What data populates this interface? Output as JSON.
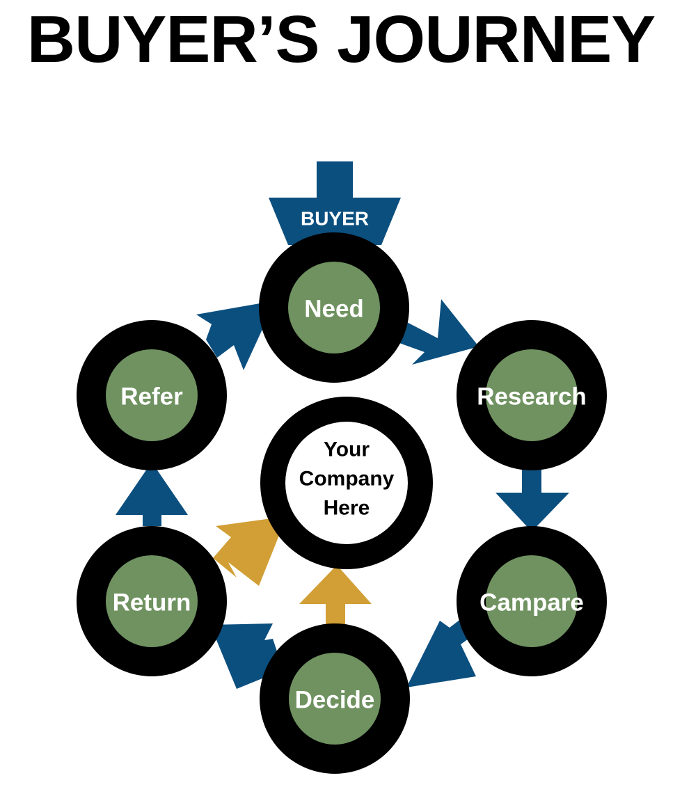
{
  "title": "BUYER’S JOURNEY",
  "entry": {
    "label": "BUYER"
  },
  "stages": [
    {
      "id": "need",
      "label": "Need"
    },
    {
      "id": "research",
      "label": "Research"
    },
    {
      "id": "campare",
      "label": "Campare"
    },
    {
      "id": "decide",
      "label": "Decide"
    },
    {
      "id": "return",
      "label": "Return"
    },
    {
      "id": "refer",
      "label": "Refer"
    }
  ],
  "center": {
    "lines": [
      "Your",
      "Company",
      "Here"
    ]
  },
  "colors": {
    "cycle_arrow": "#0b4f7f",
    "center_arrow": "#d19f35",
    "ring": "#000000",
    "stage_fill": "#6f9260",
    "center_fill": "#ffffff"
  }
}
